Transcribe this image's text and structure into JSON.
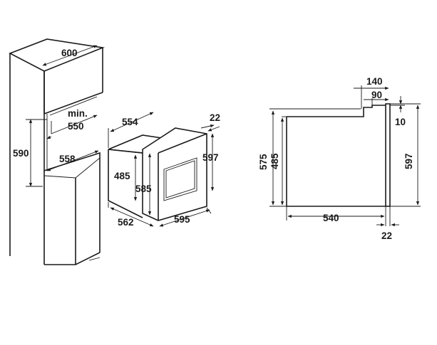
{
  "installation_view": {
    "niche_width": "600",
    "niche_min_label": "min.",
    "niche_min_depth": "550",
    "niche_height": "590",
    "niche_inner_width": "558"
  },
  "oven_iso_view": {
    "body_depth": "554",
    "front_thickness": "22",
    "front_height": "597",
    "body_height_rear": "485",
    "body_height_front": "585",
    "body_width_bottom": "562",
    "front_width": "595"
  },
  "side_view": {
    "top_step_140": "140",
    "top_step_90": "90",
    "top_offset_10": "10",
    "total_height": "575",
    "body_height": "485",
    "front_height": "597",
    "body_depth": "540",
    "front_thickness": "22"
  }
}
